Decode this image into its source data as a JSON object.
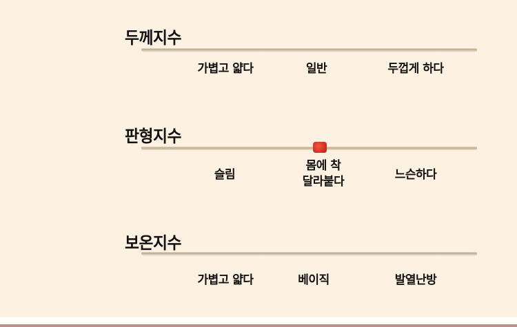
{
  "sections": [
    {
      "title": "두께지수",
      "options": [
        "가볍고 얇다",
        "일반",
        "두껍게 하다"
      ],
      "selected_index": null
    },
    {
      "title": "판형지수",
      "options": [
        "슬림",
        "몸에 착 달라붙다",
        "느슨하다"
      ],
      "option_lines": [
        [
          "슬림"
        ],
        [
          "몸에 착",
          "달라붙다"
        ],
        [
          "느슨하다"
        ]
      ],
      "selected_index": 1,
      "marker_color": "#d63a28"
    },
    {
      "title": "보온지수",
      "options": [
        "가볍고 얇다",
        "베이직",
        "발열난방"
      ],
      "selected_index": null
    }
  ],
  "colors": {
    "background": "#fdf1e1",
    "track": "#c4b599",
    "marker": "#d63a28",
    "bottom_bar": "#b8958a"
  }
}
